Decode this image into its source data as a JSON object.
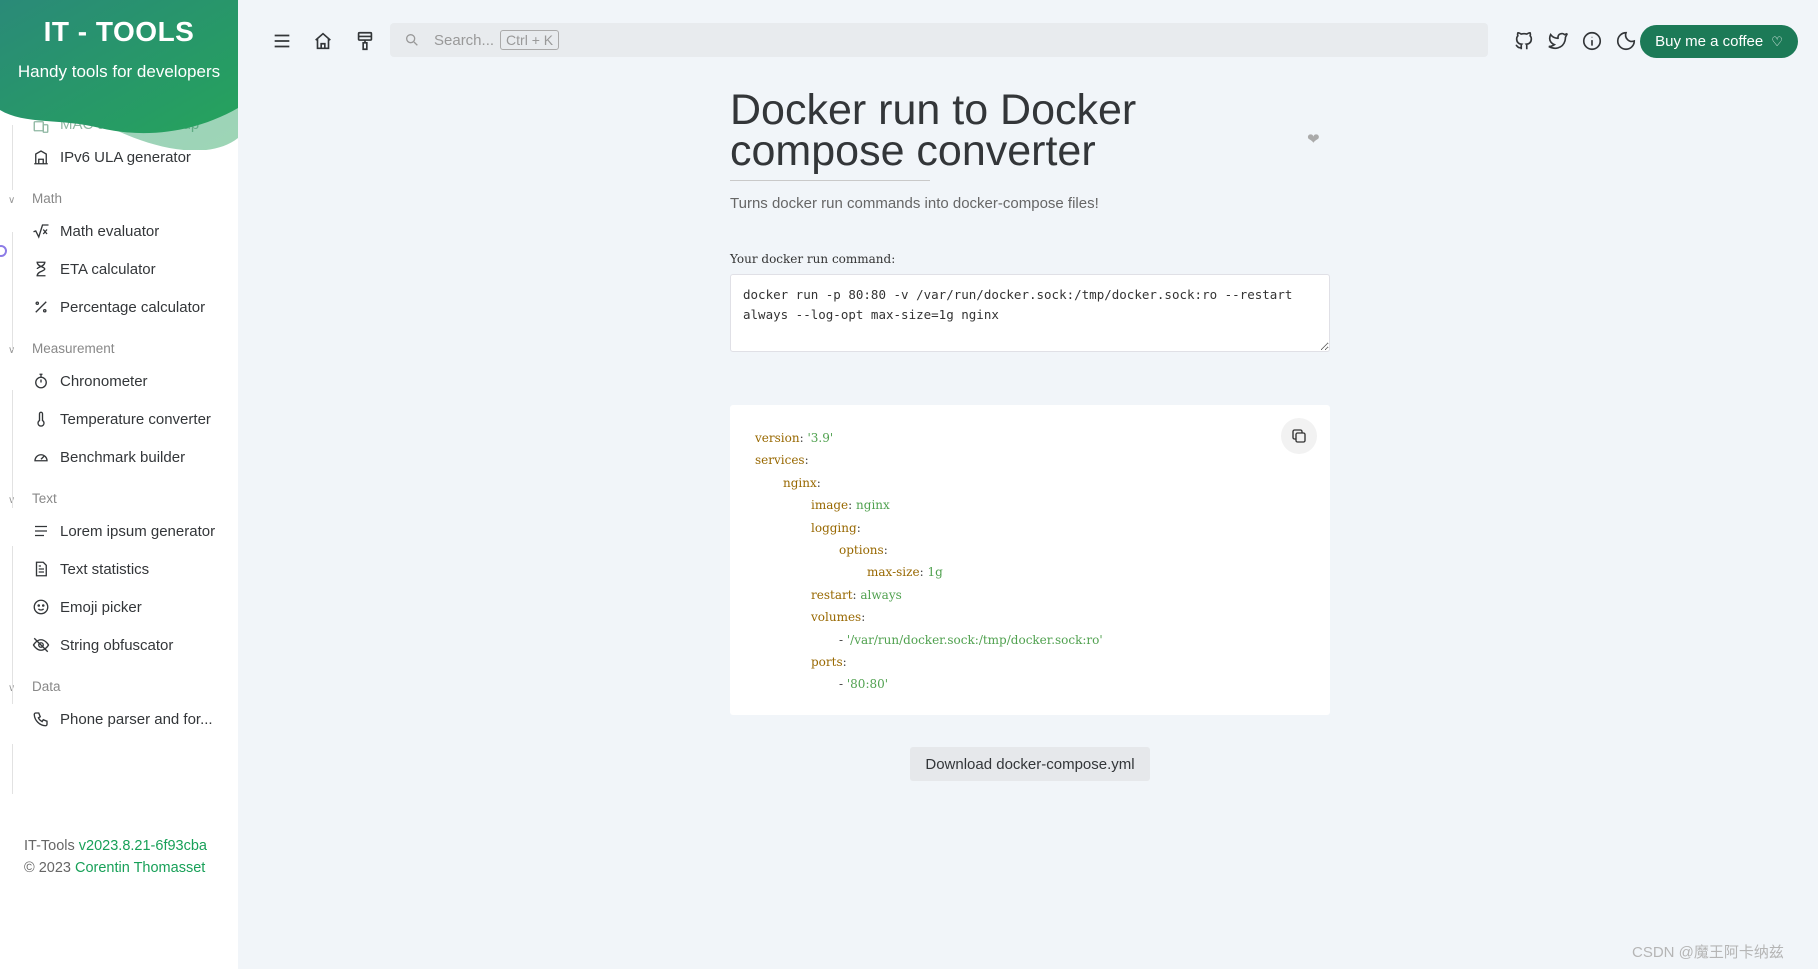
{
  "brand": {
    "title": "IT - TOOLS",
    "subtitle": "Handy tools for developers"
  },
  "sidebar": {
    "groups": [
      {
        "name": "",
        "items": [
          {
            "label": "MAC address lookup",
            "icon": "devices-icon"
          },
          {
            "label": "IPv6 ULA generator",
            "icon": "building-icon"
          }
        ]
      },
      {
        "name": "Math",
        "items": [
          {
            "label": "Math evaluator",
            "icon": "sqrt-icon"
          },
          {
            "label": "ETA calculator",
            "icon": "hourglass-icon"
          },
          {
            "label": "Percentage calculator",
            "icon": "percent-icon"
          }
        ]
      },
      {
        "name": "Measurement",
        "items": [
          {
            "label": "Chronometer",
            "icon": "stopwatch-icon"
          },
          {
            "label": "Temperature converter",
            "icon": "thermometer-icon"
          },
          {
            "label": "Benchmark builder",
            "icon": "speedometer-icon"
          }
        ]
      },
      {
        "name": "Text",
        "items": [
          {
            "label": "Lorem ipsum generator",
            "icon": "align-left-icon"
          },
          {
            "label": "Text statistics",
            "icon": "file-text-icon"
          },
          {
            "label": "Emoji picker",
            "icon": "mood-smile-icon"
          },
          {
            "label": "String obfuscator",
            "icon": "eye-off-icon"
          }
        ]
      },
      {
        "name": "Data",
        "items": [
          {
            "label": "Phone parser and for...",
            "icon": "phone-icon"
          }
        ]
      }
    ]
  },
  "footer": {
    "prefix": "IT-Tools ",
    "version": "v2023.8.21-6f93cba",
    "copy": "© 2023 ",
    "author": "Corentin Thomasset"
  },
  "topbar": {
    "search_placeholder": "Search...",
    "search_shortcut": "Ctrl + K",
    "coffee_label": "Buy me a coffee"
  },
  "tool": {
    "title": "Docker run to Docker compose converter",
    "subtitle": "Turns docker run commands into docker-compose files!",
    "input_label": "Your docker run command:",
    "input_value": "docker run -p 80:80 -v /var/run/docker.sock:/tmp/docker.sock:ro --restart always --log-opt max-size=1g nginx",
    "output_lines": [
      {
        "indent": 0,
        "key": "version",
        "value": "'3.9'"
      },
      {
        "indent": 0,
        "key": "services",
        "value": ""
      },
      {
        "indent": 1,
        "key": "nginx",
        "value": ""
      },
      {
        "indent": 2,
        "key": "image",
        "value": "nginx"
      },
      {
        "indent": 2,
        "key": "logging",
        "value": ""
      },
      {
        "indent": 3,
        "key": "options",
        "value": ""
      },
      {
        "indent": 4,
        "key": "max-size",
        "value": "1g"
      },
      {
        "indent": 2,
        "key": "restart",
        "value": "always"
      },
      {
        "indent": 2,
        "key": "volumes",
        "value": ""
      },
      {
        "indent": 3,
        "dash": true,
        "value": "'/var/run/docker.sock:/tmp/docker.sock:ro'"
      },
      {
        "indent": 2,
        "key": "ports",
        "value": ""
      },
      {
        "indent": 3,
        "dash": true,
        "value": "'80:80'"
      }
    ],
    "download_label": "Download docker-compose.yml"
  },
  "watermark": "CSDN @魔王阿卡纳兹",
  "colors": {
    "accent": "#18a058",
    "coffee": "#1c7a57",
    "yaml_key": "#986801",
    "yaml_string": "#50a14f"
  }
}
